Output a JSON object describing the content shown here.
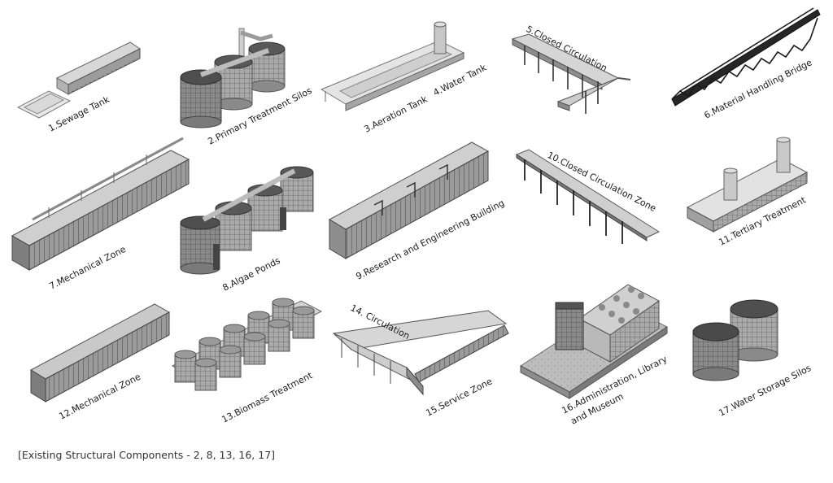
{
  "labels": {
    "l1": "1.Sewage Tank",
    "l2": "2.Primary Treatment Silos",
    "l3": "3.Aeration Tank",
    "l4": "4.Water Tank",
    "l5": "5.Closed Circulation",
    "l6": "6.Material Handling Bridge",
    "l7": "7.Mechanical Zone",
    "l8": "8.Algae Ponds",
    "l9": "9.Research and Engineering Building",
    "l10": "10.Closed Circulation Zone",
    "l11": "11.Tertiary Treatment",
    "l12": "12.Mechanical Zone",
    "l13": "13.Biomass Treatment",
    "l14": "14. Circulation",
    "l15": "15.Service Zone",
    "l16a": "16.Administration, Library",
    "l16b": "and Museum",
    "l17": "17.Water Storage Silos"
  },
  "caption": "[Existing Structural Components - 2, 8, 13, 16, 17]"
}
